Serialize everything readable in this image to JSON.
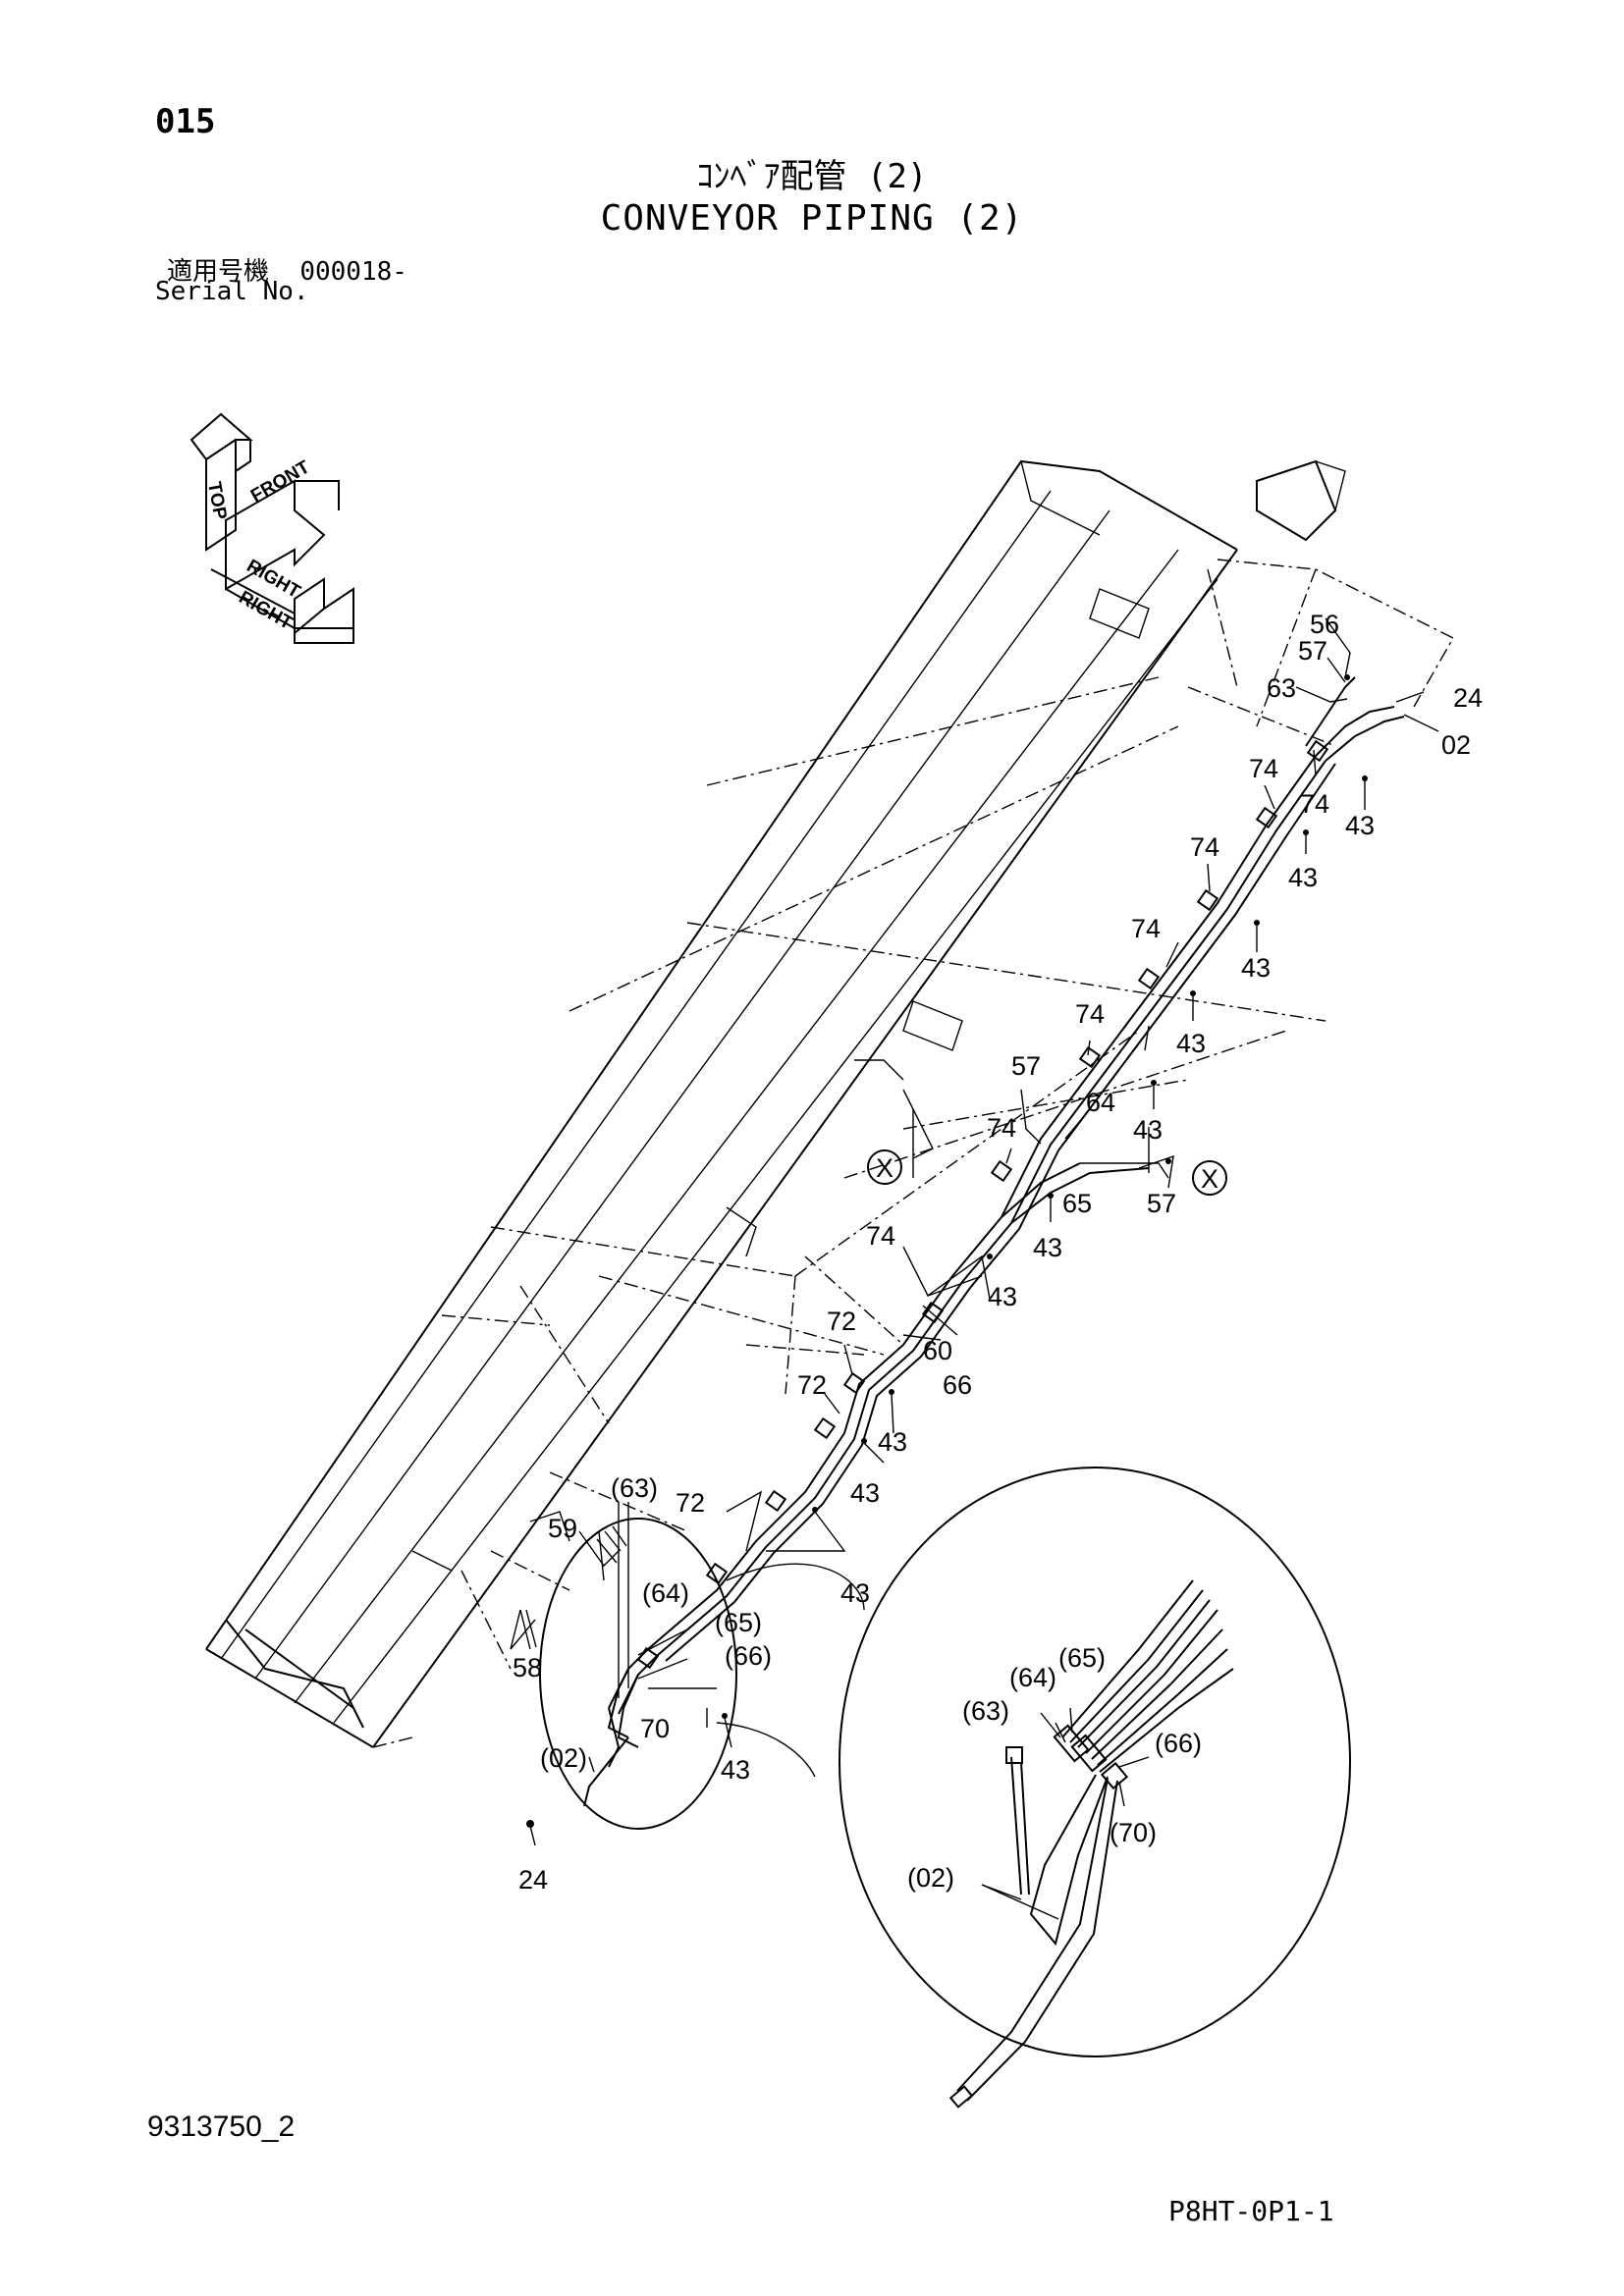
{
  "page_number": "015",
  "title_jp": "ｺﾝﾍﾞｱ配管 (2)",
  "title_en": "CONVEYOR PIPING (2)",
  "serial_label_jp": "適用号機",
  "serial_value": "000018-",
  "serial_label_en": "Serial No.",
  "doc_number": "9313750_2",
  "sheet_code": "P8HT-0P1-1",
  "orientation_labels": [
    "TOP",
    "FRONT",
    "RIGHT"
  ],
  "section_marker": "X",
  "callouts": {
    "c56": "56",
    "c57a": "57",
    "c63": "63",
    "c24a": "24",
    "c02": "02",
    "c74a": "74",
    "c74b": "74",
    "c43a": "43",
    "c74c": "74",
    "c43b": "43",
    "c74d": "74",
    "c43c": "43",
    "c74e": "74",
    "c43d": "43",
    "c57b": "57",
    "c64": "64",
    "c43e": "43",
    "c74f": "74",
    "c65": "65",
    "c57c": "57",
    "c43f": "43",
    "c74g": "74",
    "c43g": "43",
    "c72a": "72",
    "c60": "60",
    "c66": "66",
    "c72b": "72",
    "c43h": "43",
    "c43i": "43",
    "c63p": "(63)",
    "c72c": "72",
    "c59": "59",
    "c43j": "43",
    "c64p": "(64)",
    "c65p": "(65)",
    "c66p": "(66)",
    "c58": "58",
    "c70": "70",
    "c02p": "(02)",
    "c43k": "43",
    "c24b": "24",
    "d64p": "(64)",
    "d65p": "(65)",
    "d63p": "(63)",
    "d66p": "(66)",
    "d70p": "(70)",
    "d02p": "(02)"
  }
}
